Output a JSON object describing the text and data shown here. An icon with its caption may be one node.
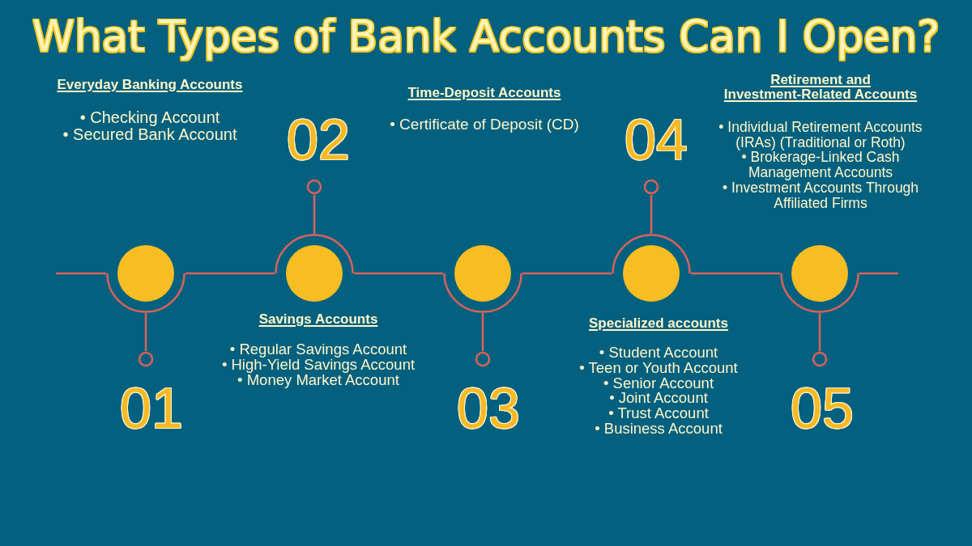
{
  "diagram": {
    "title": "What Types of Bank Accounts Can I Open?",
    "nodes": [
      {
        "text": [],
        "shape": "circle",
        "beside": [
          "Everyday Banking Accounts",
          "• Checking Account",
          "• Secured Bank Account"
        ]
      },
      {
        "text": [],
        "shape": "circle",
        "beside": [
          "Savings Accounts",
          "• Regular Savings Account",
          "• High-Yield Savings Account",
          "• Money Market Account"
        ]
      },
      {
        "text": [],
        "shape": "circle",
        "beside": [
          "Time-Deposit Accounts",
          "• Certificate of Deposit (CD)"
        ]
      },
      {
        "text": [],
        "shape": "circle",
        "beside": [
          "Retirement and Investment-Related Accounts",
          "• Individual Retirement Accounts (IRAs) (Traditional or Roth)",
          "• Brokerage-Linked Cash Management Accounts",
          "• Investment Accounts Through Affiliated Firms"
        ]
      },
      {
        "text": [],
        "shape": "circle",
        "beside": [
          "Specialized accounts",
          "• Student Account",
          "• Teen or Youth Account",
          "• Senior Account",
          "• Joint Account",
          "• Trust Account",
          "• Business Account"
        ]
      },
      {
        "text": [],
        "shape": "circle",
        "beside": [
          "01"
        ]
      },
      {
        "text": [],
        "shape": "circle",
        "beside": [
          "02"
        ]
      },
      {
        "text": [],
        "shape": "circle",
        "beside": [
          "03"
        ]
      },
      {
        "text": [],
        "shape": "circle",
        "beside": [
          "04"
        ]
      },
      {
        "text": [],
        "shape": "circle",
        "beside": [
          "05"
        ]
      }
    ],
    "edges": [
      {
        "from": null,
        "to": 0,
        "arrow": "none"
      },
      {
        "from": 0,
        "to": 1,
        "arrow": "none"
      },
      {
        "from": 1,
        "to": 2,
        "arrow": "none"
      },
      {
        "from": 2,
        "to": 3,
        "arrow": "none"
      },
      {
        "from": 3,
        "to": 4,
        "arrow": "none"
      },
      {
        "from": 4,
        "to": null,
        "arrow": "none"
      },
      {
        "from": 0,
        "to": 5,
        "arrow": "none"
      },
      {
        "from": 1,
        "to": 6,
        "arrow": "none"
      },
      {
        "from": 2,
        "to": 7,
        "arrow": "none"
      },
      {
        "from": 3,
        "to": 8,
        "arrow": "none"
      },
      {
        "from": 4,
        "to": 9,
        "arrow": "none"
      }
    ]
  }
}
